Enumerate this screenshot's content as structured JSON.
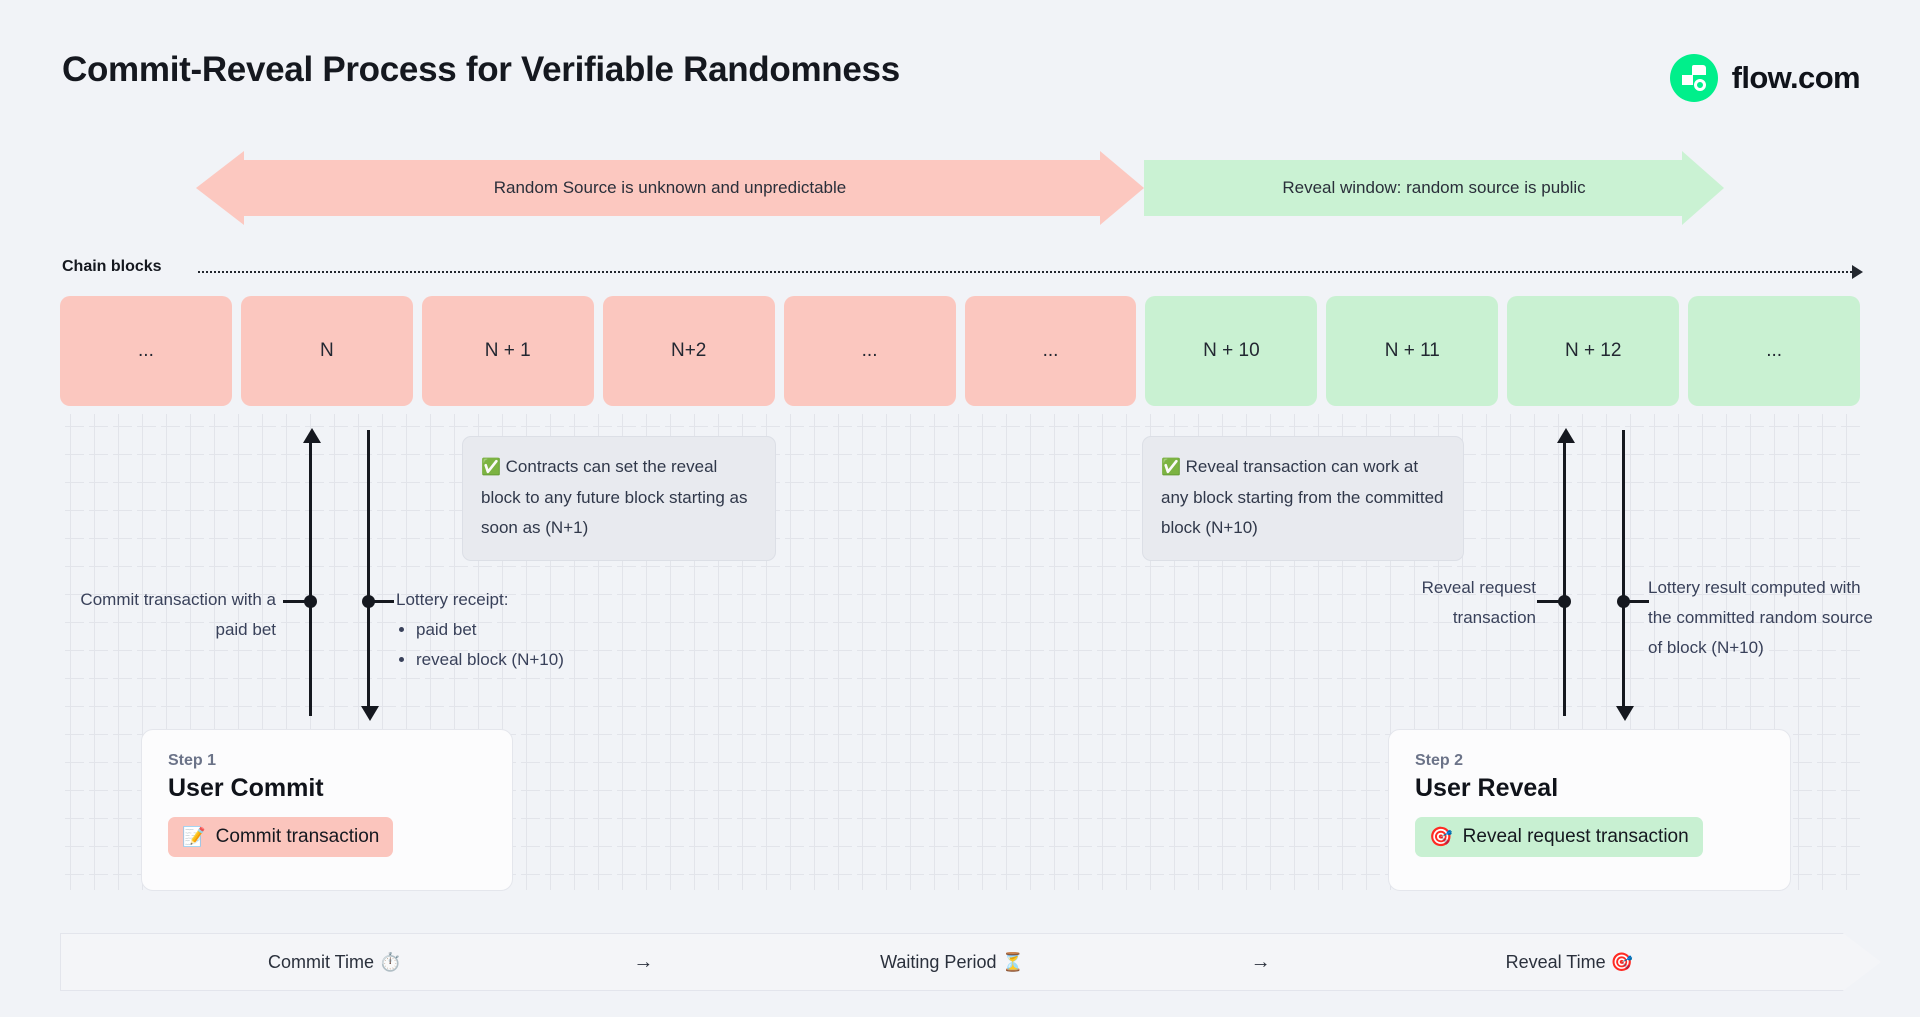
{
  "header": {
    "title": "Commit-Reveal Process for Verifiable Randomness",
    "brand_name": "flow.com",
    "brand_color": "#00ef8b"
  },
  "banners": {
    "unknown": {
      "label": "Random Source is unknown and unpredictable",
      "color": "#fcc8c0"
    },
    "reveal": {
      "label": "Reveal window: random source is public",
      "color": "#caf2d3"
    }
  },
  "chain": {
    "label": "Chain blocks",
    "blocks": [
      {
        "label": "...",
        "phase": "red"
      },
      {
        "label": "N",
        "phase": "red"
      },
      {
        "label": "N + 1",
        "phase": "red"
      },
      {
        "label": "N+2",
        "phase": "red"
      },
      {
        "label": "...",
        "phase": "red"
      },
      {
        "label": "...",
        "phase": "red"
      },
      {
        "label": "N + 10",
        "phase": "green"
      },
      {
        "label": "N + 11",
        "phase": "green"
      },
      {
        "label": "N + 12",
        "phase": "green"
      },
      {
        "label": "...",
        "phase": "green"
      }
    ]
  },
  "callouts": {
    "contracts": {
      "icon": "check-mark-icon",
      "text": "Contracts can set the reveal block to any future block starting as soon as (N+1)"
    },
    "reveal": {
      "icon": "check-mark-icon",
      "text": "Reveal transaction can work at any block starting from the committed block (N+10)"
    }
  },
  "annotations": {
    "commit_tx": "Commit transaction with a paid bet",
    "lottery_receipt_title": "Lottery receipt:",
    "lottery_receipt_items": [
      "paid bet",
      "reveal block (N+10)"
    ],
    "reveal_request": "Reveal request transaction",
    "lottery_result": "Lottery result computed with the committed random source of block (N+10)"
  },
  "steps": [
    {
      "eyebrow": "Step 1",
      "title": "User Commit",
      "pill_icon": "📝",
      "pill_label": "Commit transaction",
      "pill_color": "#fbc5bd"
    },
    {
      "eyebrow": "Step 2",
      "title": "User Reveal",
      "pill_icon": "🎯",
      "pill_label": "Reveal request transaction",
      "pill_color": "#c8f0d2"
    }
  ],
  "timeline": {
    "commit": "Commit Time ⏱️",
    "arrow1": "→",
    "waiting": "Waiting Period ⏳",
    "arrow2": "→",
    "reveal": "Reveal Time 🎯"
  }
}
